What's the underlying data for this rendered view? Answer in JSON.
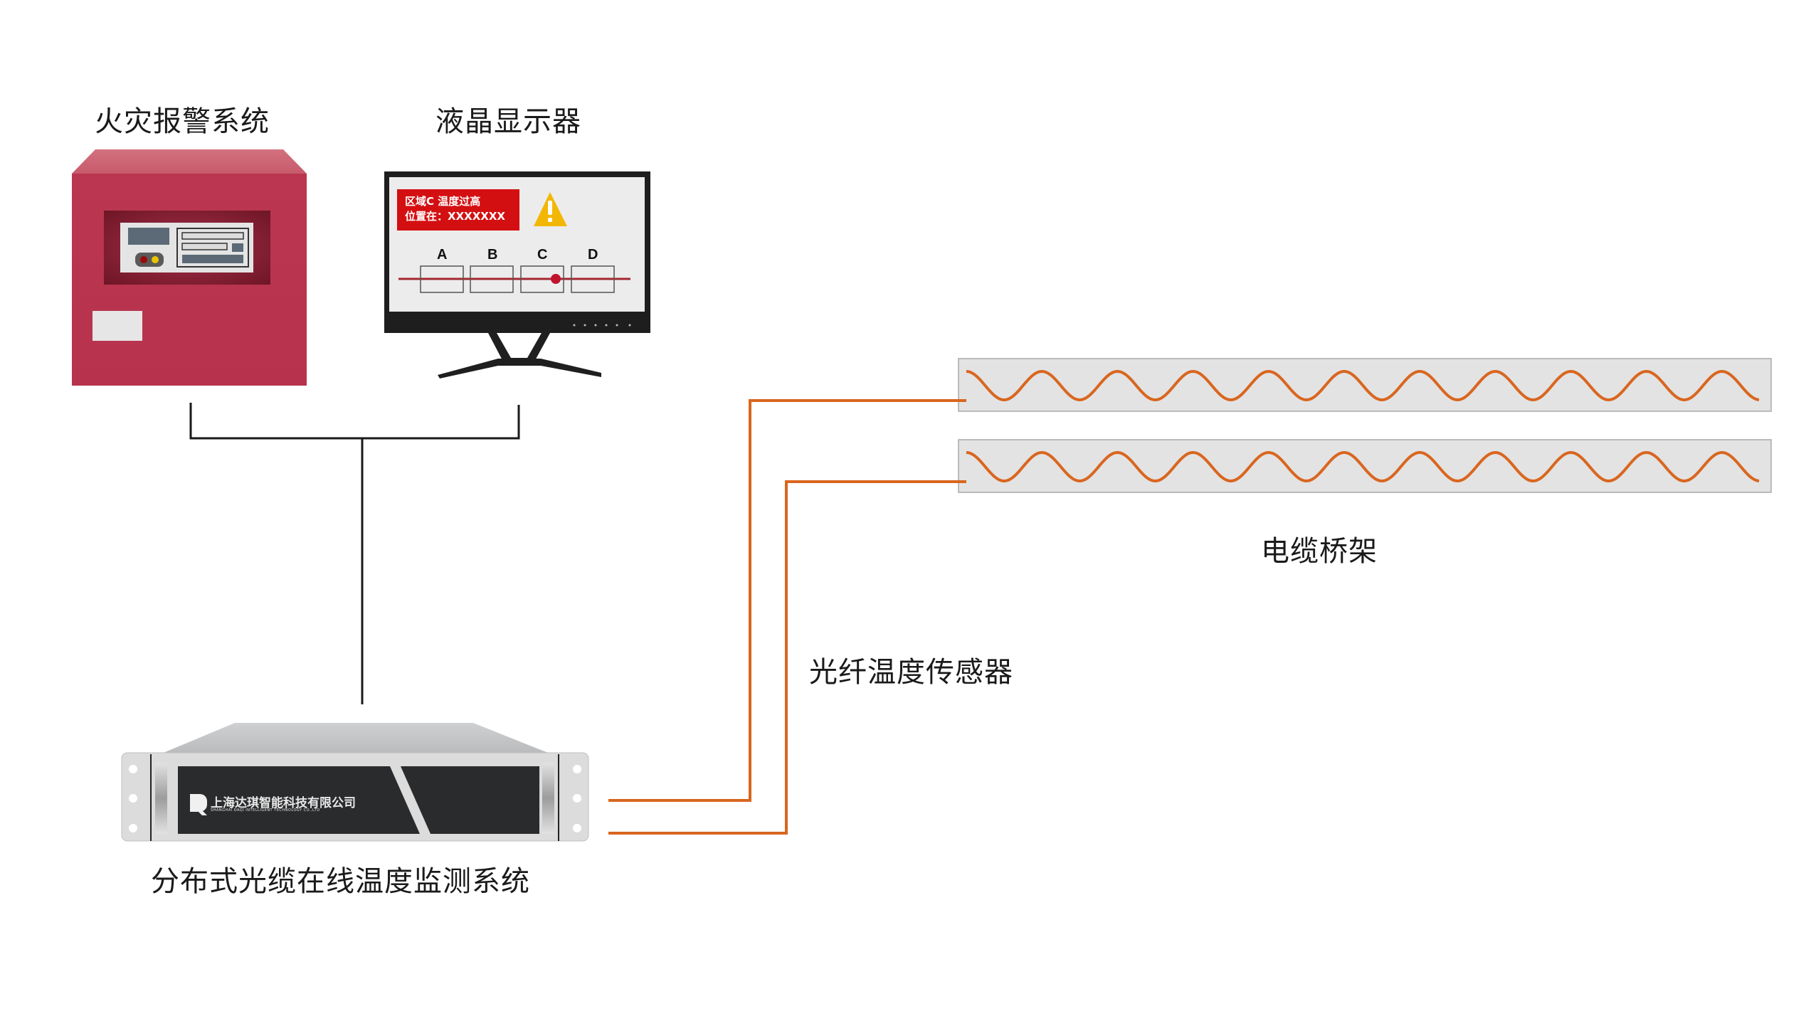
{
  "title": "分布式光缆在线温度监测系统示意图",
  "labels": {
    "fire_alarm": "火灾报警系统",
    "lcd_display": "液晶显示器",
    "cable_tray": "电缆桥架",
    "fiber_sensor": "光纤温度传感器",
    "dts_system": "分布式光缆在线温度监测系统"
  },
  "monitor_screen": {
    "alert_line1": "区域C  温度过高",
    "alert_line2": "位置在：XXXXXXX",
    "warning_icon": "warning-triangle-icon",
    "zones": [
      "A",
      "B",
      "C",
      "D"
    ],
    "alert_zone": "C"
  },
  "device": {
    "brand_cn": "上海达琪智能科技有限公司",
    "brand_en": "SHANGHAI DAQI INTELLIGENT TECHNOLOGY CO.,LTD",
    "logo": "DQ"
  },
  "colors": {
    "fire_box": "#b8344e",
    "fiber": "#d9661f",
    "tray": "#e3e3e3",
    "alert": "#d40f12",
    "warning": "#f2b705",
    "connector": "#1a1a1a"
  },
  "cable_trays": [
    {
      "name": "tray-1",
      "waves": 10.5
    },
    {
      "name": "tray-2",
      "waves": 10.5
    }
  ]
}
